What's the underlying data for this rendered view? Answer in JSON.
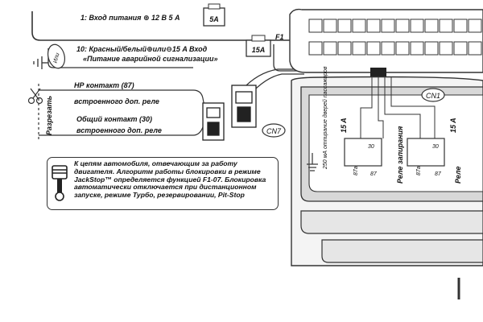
{
  "inputs": {
    "power_input": "1: Вход питания ⊕ 12 В 5 A",
    "fuse_5a": "5A",
    "wire_10": "10: Красный/белый⊕или⊖15 A Вход",
    "fuse_15a": "15A",
    "fuse_f1": "F1",
    "hazard_power": "«Питание аварийной сигнализации»",
    "or_label": "Или"
  },
  "relay_contacts": {
    "nc_title": "НР контакт (87)",
    "nc_sub": "встроенного доп. реле",
    "common_title": "Общий контакт (30)",
    "common_sub": "встроенного доп. реле",
    "cut_label": "Разрезать",
    "cn7": "CN7"
  },
  "unit": {
    "cn1": "CN1",
    "door_note": "250 мА отпирание дверей пассажиров",
    "amp_left": "15 A",
    "amp_right": "15 A",
    "pin_30_left": "30",
    "pin_87a_left": "87a",
    "pin_87_left": "87",
    "pin_30_right": "30",
    "pin_87a_right": "87a",
    "pin_87_right": "87",
    "relay_label_left": "Реле запирания",
    "relay_label_right": "Реле"
  },
  "note": {
    "text": "К цепям автомобиля, отвечающим за работу двигателя. Алгоритм работы блокировки в режиме JackStop™ определяется функцией F1-07. Блокировка автоматически отключается при дистанционном запуске, режиме Турбо, резервировании, Pit-Stop"
  },
  "icons": {
    "scissors": "scissors-icon",
    "engine": "engine-piston-icon",
    "ground": "ground-icon"
  }
}
